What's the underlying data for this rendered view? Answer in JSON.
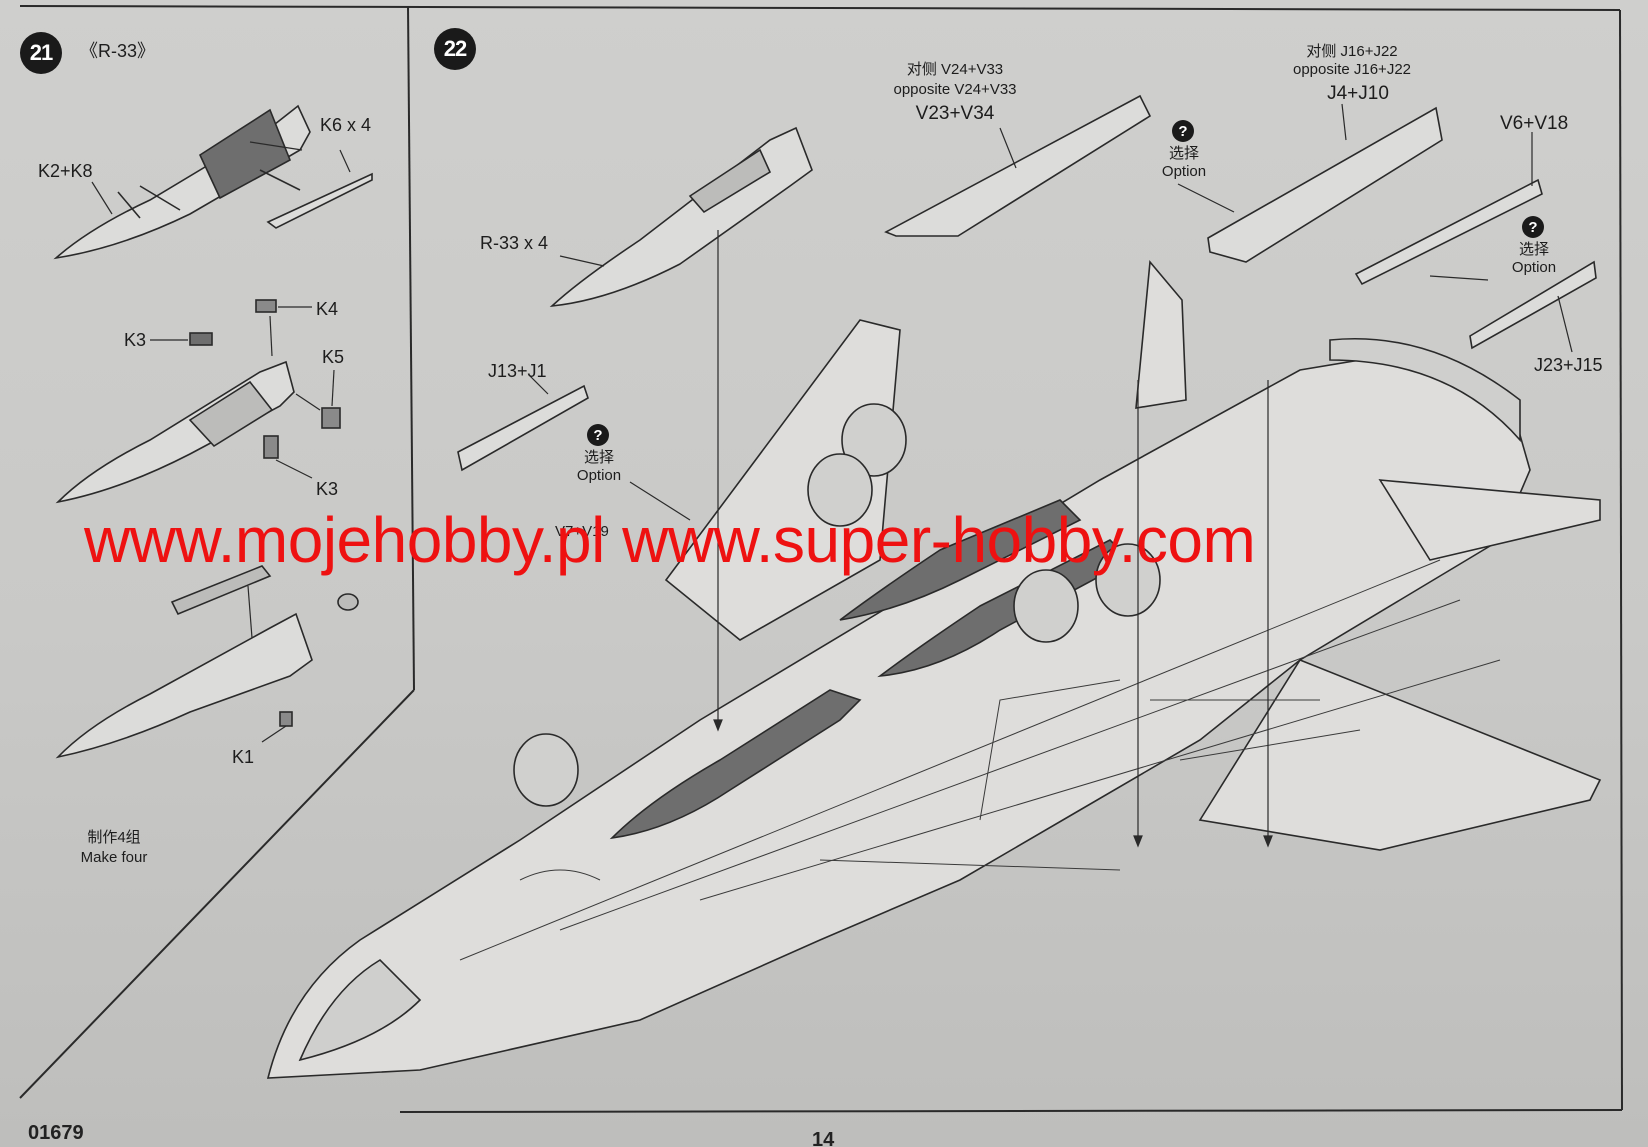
{
  "steps": {
    "step21": {
      "number": "21",
      "subtitle": "《R-33》",
      "labels": {
        "k6x4": "K6 x 4",
        "k2k8": "K2+K8",
        "k4": "K4",
        "k3a": "K3",
        "k5": "K5",
        "k3b": "K3",
        "k1": "K1"
      },
      "make_four_cn": "制作4组",
      "make_four_en": "Make four"
    },
    "step22": {
      "number": "22",
      "labels": {
        "opposite_v_cn": "对侧 V24+V33",
        "opposite_v_en": "opposite V24+V33",
        "v23v34": "V23+V34",
        "opposite_j_cn": "对侧 J16+J22",
        "opposite_j_en": "opposite  J16+J22",
        "j4j10": "J4+J10",
        "v6v18": "V6+V18",
        "r33x4": "R-33 x 4",
        "j13j1": "J13+J1",
        "j23j15": "J23+J15",
        "v7v19": "V7+V19"
      },
      "options": [
        {
          "icon": "?",
          "cn": "选择",
          "en": "Option"
        },
        {
          "icon": "?",
          "cn": "选择",
          "en": "Option"
        },
        {
          "icon": "?",
          "cn": "选择",
          "en": "Option"
        }
      ]
    }
  },
  "watermark": "www.mojehobby.pl www.super-hobby.com",
  "footer": {
    "product_code": "01679",
    "page_number": "14"
  },
  "colors": {
    "paper": "#c9c9c7",
    "line": "#2a2a2a",
    "part_fill": "#6e6e6e",
    "watermark": "#ee1111"
  }
}
